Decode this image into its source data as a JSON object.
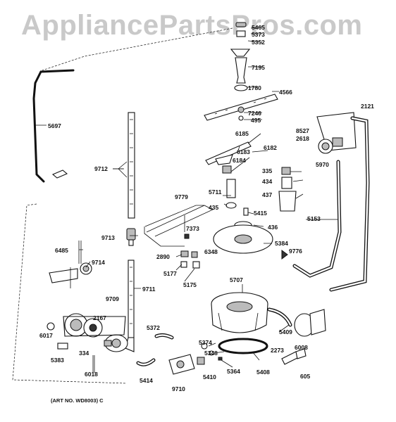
{
  "watermark": "AppliancePartsPros.com",
  "art_no": "(ART NO. WD8003) C",
  "parts": [
    "5465",
    "5373",
    "5352",
    "7195",
    "1780",
    "4566",
    "7246",
    "495",
    "2121",
    "5697",
    "8527",
    "2618",
    "6185",
    "6183",
    "6182",
    "6184",
    "9712",
    "5970",
    "335",
    "434",
    "437",
    "5711",
    "9779",
    "435",
    "5415",
    "5153",
    "7373",
    "436",
    "9713",
    "5384",
    "6348",
    "9776",
    "6485",
    "2890",
    "9714",
    "5177",
    "5175",
    "9711",
    "5707",
    "9709",
    "2167",
    "6017",
    "5372",
    "5409",
    "5374",
    "6008",
    "334",
    "5383",
    "5348",
    "2273",
    "6018",
    "5364",
    "5408",
    "9710",
    "5410",
    "605",
    "5414"
  ]
}
